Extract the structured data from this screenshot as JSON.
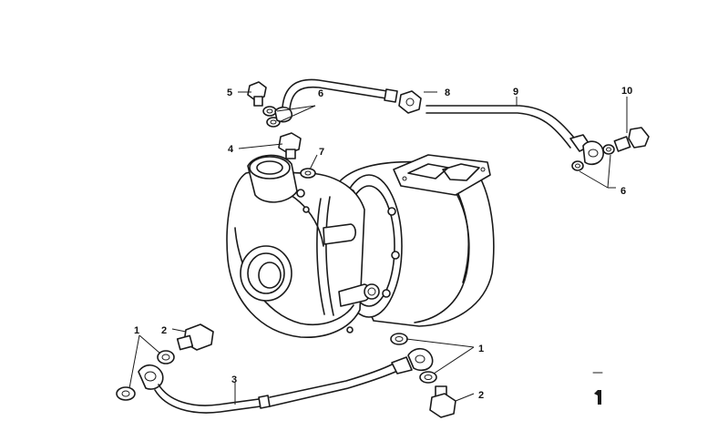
{
  "callouts": {
    "n1_left": "1",
    "n2_left": "2",
    "n3": "3",
    "n4": "4",
    "n5": "5",
    "n6_top": "6",
    "n7": "7",
    "n8": "8",
    "n9": "9",
    "n10": "10",
    "n6_right": "6",
    "n1_right": "1",
    "n2_right": "2"
  },
  "colors": {
    "line": "#1a1a1a",
    "background": "#ffffff"
  }
}
